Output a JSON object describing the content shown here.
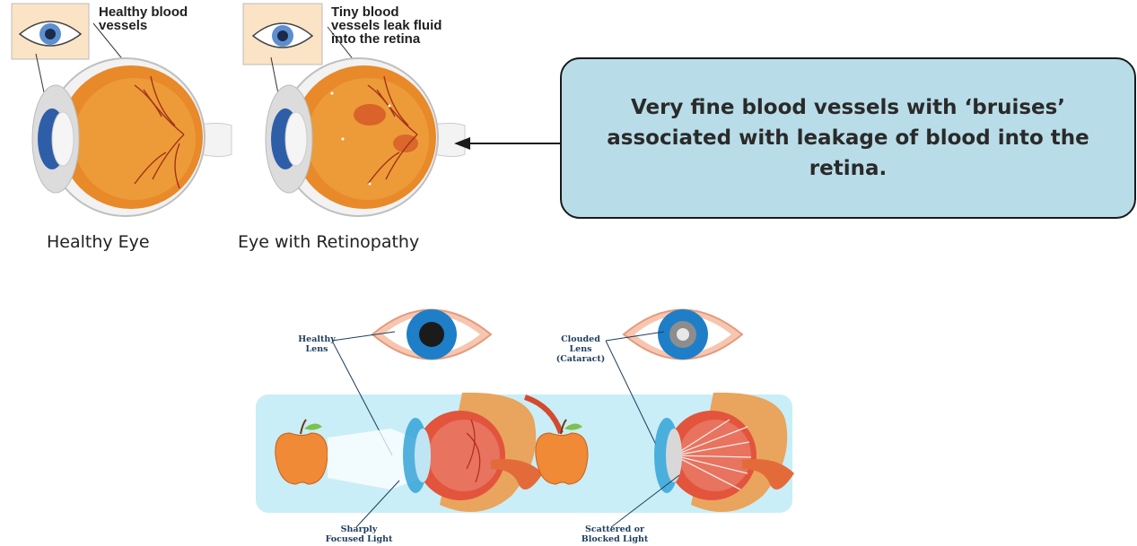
{
  "top": {
    "healthy_vessels_label": "Healthy blood\nvessels",
    "leak_label": "Tiny blood\nvessels leak fluid\ninto the retina",
    "healthy_caption": "Healthy Eye",
    "retinopathy_caption": "Eye with Retinopathy",
    "callout_text": "Very fine blood vessels with ‘bruises’ associated with leakage of blood into the retina."
  },
  "bottom": {
    "healthy_lens_label": "Healthy\nLens",
    "clouded_lens_label": "Clouded\nLens\n(Cataract)",
    "sharp_light_label": "Sharply\nFocused Light",
    "scattered_light_label": "Scattered or\nBlocked Light"
  },
  "colors": {
    "callout_bg": "#b9dde8",
    "retina_orange": "#e8892a",
    "iris_blue": "#1e7fc8",
    "panel_blue": "#c9eef7",
    "lens_line": "#1d3d5f"
  }
}
